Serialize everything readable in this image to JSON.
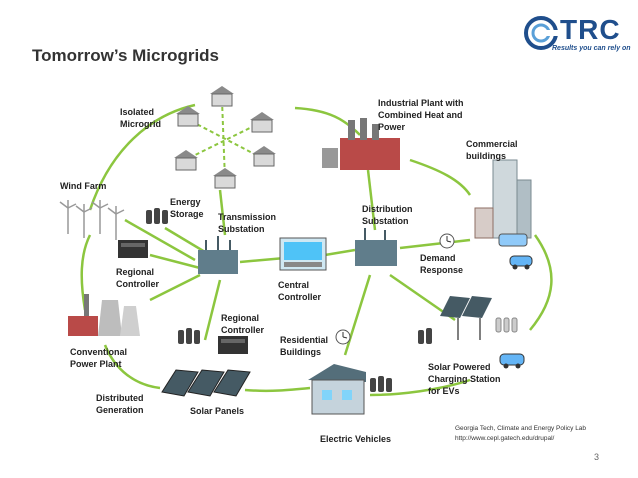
{
  "title": "Tomorrow’s Microgrids",
  "logo": {
    "name": "TRC",
    "tagline": "Results you can rely on"
  },
  "labels": {
    "isolated_microgrid": "Isolated\nMicrogrid",
    "industrial_plant": "Industrial Plant with\nCombined Heat and\nPower",
    "commercial_buildings": "Commercial\nbuildings",
    "wind_farm": "Wind Farm",
    "energy_storage": "Energy\nStorage",
    "transmission_substation": "Transmission\nSubstation",
    "distribution_substation": "Distribution\nSubstation",
    "demand_response": "Demand\nResponse",
    "regional_controller_left": "Regional\nController",
    "central_controller": "Central\nController",
    "regional_controller_bottom": "Regional\nController",
    "residential_buildings": "Residential\nBuildings",
    "conventional_power_plant": "Conventional\nPower Plant",
    "distributed_generation": "Distributed\nGeneration",
    "solar_panels": "Solar Panels",
    "electric_vehicles": "Electric Vehicles",
    "solar_charging": "Solar Powered\nCharging Station\nfor EVs"
  },
  "credit": {
    "line1": "Georgia Tech, Climate and Energy Policy Lab",
    "line2": "http://www.cepl.gatech.edu/drupal/"
  },
  "page_number": "3",
  "colors": {
    "link_green": "#8cc63f",
    "brand_blue": "#1f4e8c"
  }
}
